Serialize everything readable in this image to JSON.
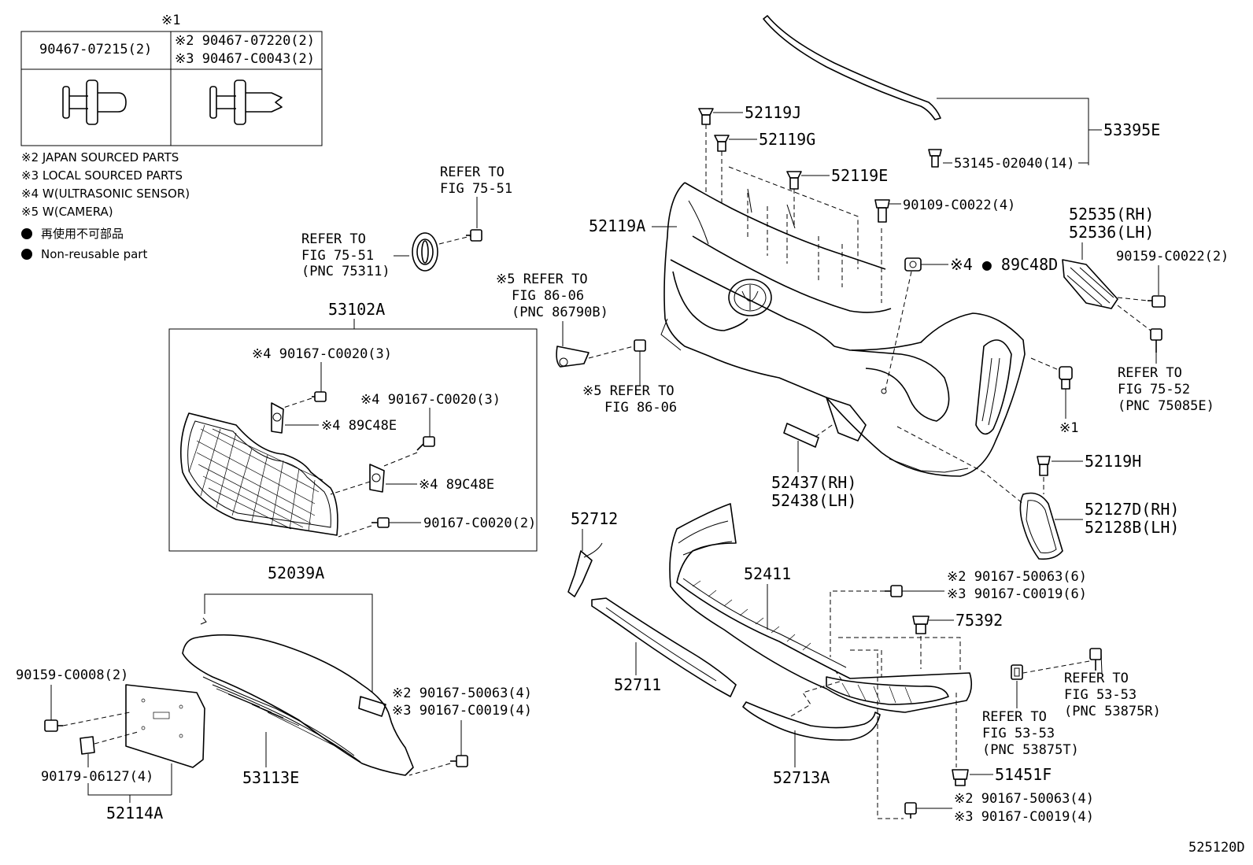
{
  "diagram_code": "525120D",
  "legend_table": {
    "header_mark": "※1",
    "col1": "90467-07215(2)",
    "col2_line1": "※2 90467-07220(2)",
    "col2_line2": "※3 90467-C0043(2)"
  },
  "notes": [
    "※2 JAPAN SOURCED PARTS",
    "※3 LOCAL SOURCED PARTS",
    "※4 W(ULTRASONIC SENSOR)",
    "※5 W(CAMERA)",
    "再使用不可部品",
    "Non-reusable part"
  ],
  "grille_box_title": "53102A",
  "grille_box_labels": [
    "※4 90167-C0020(3)",
    "※4 89C48E",
    "※4 90167-C0020(3)",
    "※4 89C48E",
    "90167-C0020(2)"
  ],
  "emblem_refs": {
    "top_ref": [
      "REFER TO",
      "FIG 75-51"
    ],
    "left_ref": [
      "REFER TO",
      "FIG 75-51",
      "(PNC 75311)"
    ]
  },
  "camera_refs": {
    "top": [
      "※5 REFER TO",
      "FIG 86-06",
      "(PNC 86790B)"
    ],
    "bottom": [
      "※5 REFER TO",
      "FIG 86-06"
    ]
  },
  "bumper_labels": {
    "cover": "52119A",
    "clip_j": "52119J",
    "clip_g": "52119G",
    "clip_e": "52119E",
    "bolt_top": "90109-C0022(4)",
    "sensor": "※4 ● 89C48D",
    "molding": "53395E",
    "molding_clip": "53145-02040(14)",
    "reflector_rh": "52535(RH)",
    "reflector_lh": "52536(LH)",
    "reflector_bolt": "90159-C0022(2)",
    "right_ref": [
      "REFER TO",
      "FIG 75-52",
      "(PNC 75085E)"
    ],
    "clip_mark": "※1",
    "bracket_rh": "52437(RH)",
    "bracket_lh": "52438(LH)",
    "clip_h": "52119H",
    "cover_rh": "52127D(RH)",
    "cover_lh": "52128B(LH)"
  },
  "lower_labels": {
    "p52712": "52712",
    "p52711": "52711",
    "p52411": "52411",
    "screw_a1": "※2 90167-50063(6)",
    "screw_a2": "※3 90167-C0019(6)",
    "p75392": "75392",
    "ref_53875R": [
      "REFER TO",
      "FIG 53-53",
      "(PNC 53875R)"
    ],
    "ref_53875T": [
      "REFER TO",
      "FIG 53-53",
      "(PNC 53875T)"
    ],
    "p52713A": "52713A",
    "p51451F": "51451F",
    "screw_b1": "※2 90167-50063(4)",
    "screw_b2": "※3 90167-C0019(4)"
  },
  "left_lower_labels": {
    "p52039A": "52039A",
    "bolt": "90159-C0008(2)",
    "screw1": "※2 90167-50063(4)",
    "screw2": "※3 90167-C0019(4)",
    "nut": "90179-06127(4)",
    "p53113E": "53113E",
    "p52114A": "52114A"
  }
}
